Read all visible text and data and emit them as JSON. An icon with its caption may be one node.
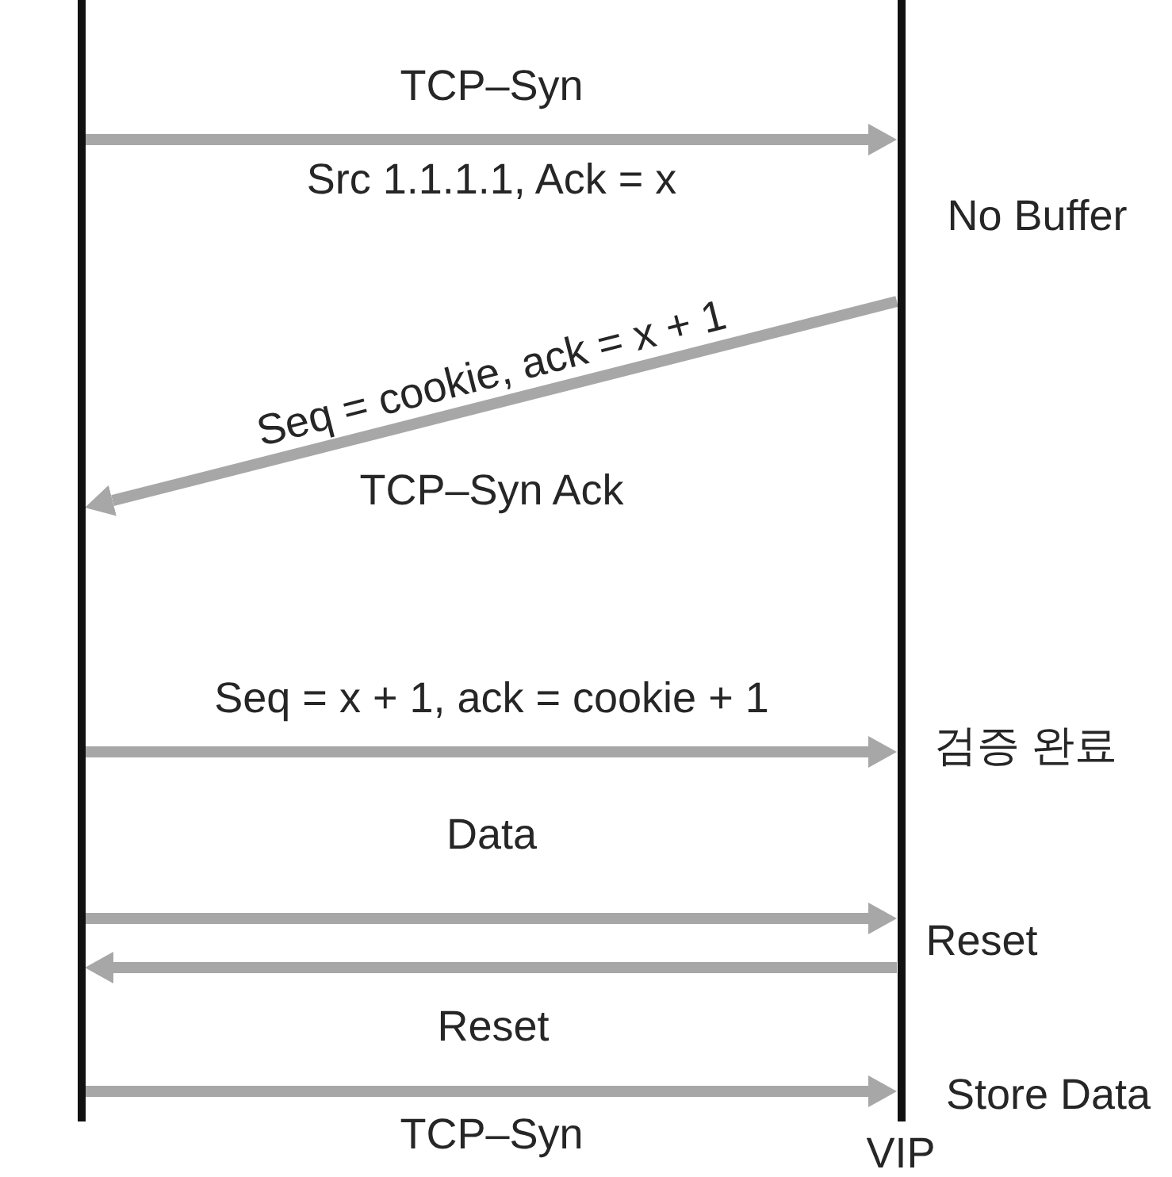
{
  "diagram": {
    "nodes": [
      {
        "text": [],
        "shape": "bar"
      },
      {
        "text": [
          "VIP"
        ]
      }
    ],
    "edges": [
      {
        "from": 0,
        "to": 1,
        "arrow": "to",
        "label": "TCP–Syn"
      },
      {
        "from": 1,
        "to": 0,
        "arrow": "to",
        "label": "Seq = cookie, ack = x + 1"
      },
      {
        "from": 0,
        "to": 1,
        "arrow": "to",
        "label": "Seq = x + 1, ack = cookie + 1"
      },
      {
        "from": 0,
        "to": 1,
        "arrow": "to",
        "label": "Data"
      },
      {
        "from": 1,
        "to": 0,
        "arrow": "to",
        "label": "Reset"
      },
      {
        "from": 0,
        "to": 1,
        "arrow": "to",
        "label": "TCP–Syn"
      }
    ],
    "labels": [
      "Src 1.1.1.1, Ack = x",
      "No Buffer",
      "TCP–Syn Ack",
      "검증 완료",
      "Reset",
      "Store Data"
    ]
  }
}
